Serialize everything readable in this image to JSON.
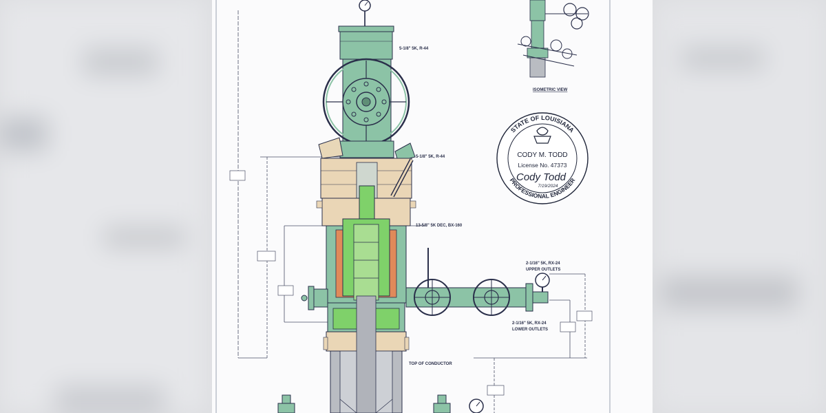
{
  "labels": {
    "top_flange": "5-1/8\" 5K, R-44",
    "mid_flange": "5-1/8\" 5K, R-44",
    "casing_head": "13-5/8\" 5K DEC, BX-160",
    "upper_outlets_1": "2-1/16\" 5K, RX-24",
    "upper_outlets_2": "UPPER OUTLETS",
    "lower_outlets_1": "2-1/16\" 5K, RX-24",
    "lower_outlets_2": "LOWER OUTLETS",
    "top_of_conductor": "TOP OF CONDUCTOR",
    "isometric_view": "ISOMETRIC VIEW"
  },
  "seal": {
    "outer_top": "STATE OF LOUISIANA",
    "outer_bottom": "PROFESSIONAL ENGINEER",
    "name": "CODY M. TODD",
    "license": "License No. 47373",
    "signature": "Cody Todd",
    "date": "7/19/2024"
  },
  "colors": {
    "equipment_green": "#8cc3a6",
    "flange_tan": "#ead6b6",
    "bright_green": "#7fd16a",
    "orange_seal": "#e08a5a",
    "casing_gray": "#b9bcc2",
    "line_navy": "#2a2f4a"
  }
}
